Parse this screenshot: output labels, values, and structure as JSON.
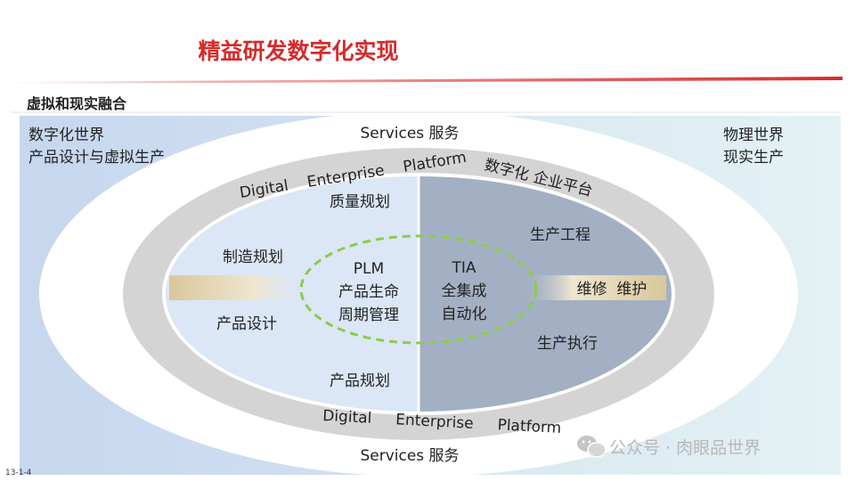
{
  "slide": {
    "title": "精益研发数字化实现",
    "subtitle": "虚拟和现实融合",
    "footnote": "13-1-4"
  },
  "corners": {
    "left_line1": "数字化世界",
    "left_line2": "产品设计与虚拟生产",
    "right_line1": "物理世界",
    "right_line2": "现实生产"
  },
  "rings": {
    "services_top": "Services  服务",
    "services_bottom": "Services  服务",
    "platform_top_left": "Digital    Enterprise    Platform",
    "platform_top_right": "数字化 企业平台",
    "platform_bottom": "Digital     Enterprise     Platform"
  },
  "left_half": {
    "quality_planning": "质量规划",
    "manufacturing_planning": "制造规划",
    "product_design": "产品设计",
    "product_planning": "产品规划"
  },
  "center_left": {
    "line1": "PLM",
    "line2": "产品生命",
    "line3": "周期管理"
  },
  "center_right": {
    "line1": "TIA",
    "line2": "全集成",
    "line3": "自动化"
  },
  "right_half": {
    "production_engineering": "生产工程",
    "maintenance": "维修  维护",
    "production_execution": "生产执行"
  },
  "watermark": "公众号 · 肉眼品世界",
  "colors": {
    "title_red": "#d62b2b",
    "left_bg": "#c9d9ef",
    "right_bg": "#dfeef4",
    "ring_gray": "#d4d4d4",
    "inner_left": "#dbe6f6",
    "inner_right": "#a3b0c4",
    "dashed_green": "#8ccc4a"
  }
}
